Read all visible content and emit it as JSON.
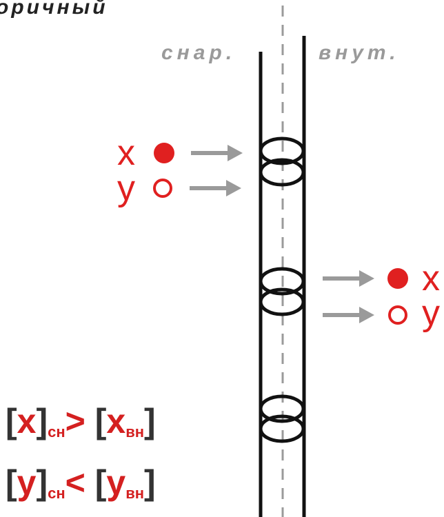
{
  "title": "оричный",
  "labels": {
    "outside": "снар.",
    "inside": "внут."
  },
  "particles": {
    "x_left": "x",
    "y_left": "y",
    "x_right": "x",
    "y_right": "y"
  },
  "equations": {
    "x": {
      "open": "[",
      "var": "x",
      "close": "]",
      "sub1": "сн",
      "op": ">",
      "open2": "[",
      "var2": "x",
      "sub2": "вн",
      "close2": "]"
    },
    "y": {
      "open": "[",
      "var": "y",
      "close": "]",
      "sub1": "сн",
      "op": "<",
      "open2": "[",
      "var2": "y",
      "sub2": "вн",
      "close2": "]"
    }
  },
  "colors": {
    "accent": "#e02020",
    "arrow": "#9a9a9a",
    "line": "#111111"
  }
}
